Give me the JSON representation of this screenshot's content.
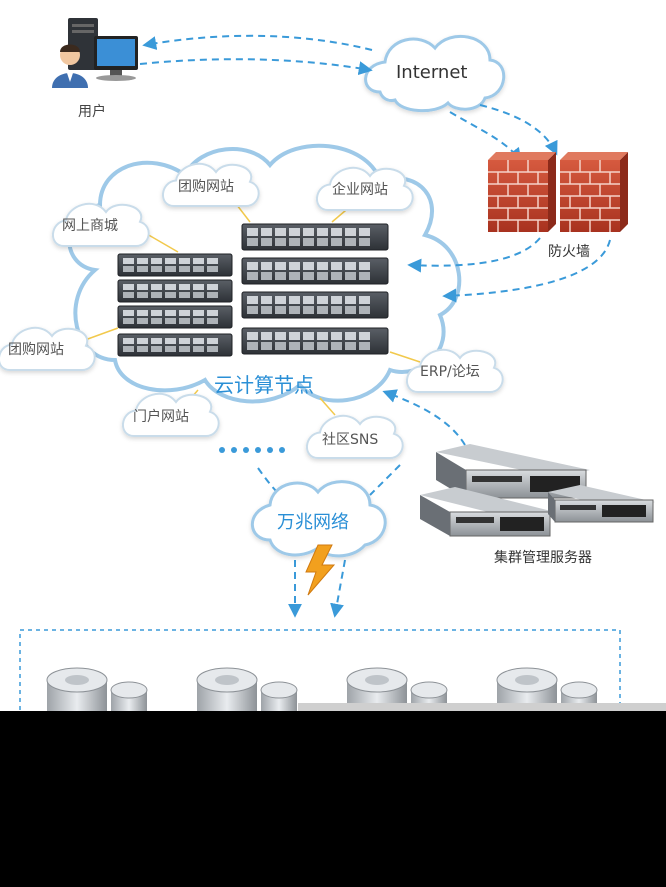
{
  "labels": {
    "user": "用户",
    "internet": "Internet",
    "firewall": "防火墙",
    "cloud_node": "云计算节点",
    "network": "万兆网络",
    "cluster": "集群管理服务器"
  },
  "satellite_clouds": [
    {
      "id": "groupbuy-top",
      "text": "团购网站"
    },
    {
      "id": "enterprise",
      "text": "企业网站"
    },
    {
      "id": "online-mall",
      "text": "网上商城"
    },
    {
      "id": "groupbuy-left",
      "text": "团购网站"
    },
    {
      "id": "erp",
      "text": "ERP/论坛"
    },
    {
      "id": "portal",
      "text": "门户网站"
    },
    {
      "id": "sns",
      "text": "社区SNS"
    }
  ],
  "colors": {
    "arrow": "#3a9ad9",
    "cloud_border": "#9ec9e8",
    "cloud_fill": "#ffffff",
    "brick": "#c8402c",
    "node_text": "#2a8fd6",
    "connector": "#f2c94c"
  },
  "icons": {
    "user": "user-computer-icon",
    "firewall": "brick-wall-icon",
    "server_rack": "rack-server-icon",
    "cluster": "cluster-server-icon",
    "lightning": "lightning-icon",
    "storage": "storage-disk-icon"
  }
}
